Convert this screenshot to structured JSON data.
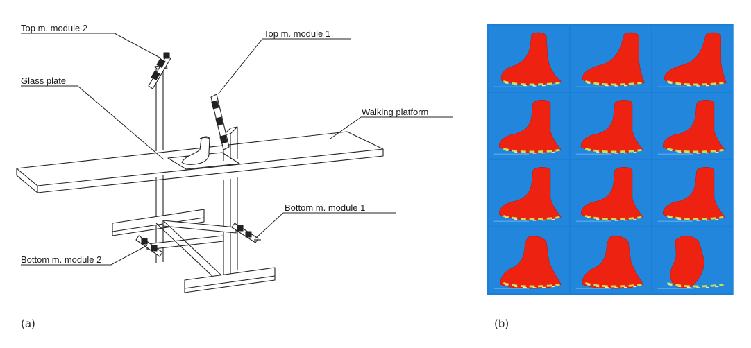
{
  "labels": {
    "top_module_2": "Top m. module 2",
    "top_module_1": "Top m. module 1",
    "glass_plate": "Glass plate",
    "walking_platform": "Walking platform",
    "bottom_module_1": "Bottom m. module 1",
    "bottom_module_2": "Bottom m. module 2"
  },
  "captions": {
    "a": "(a)",
    "b": "(b)"
  },
  "colors": {
    "grid_bg": "#1a7fd6",
    "foot": "#ee2211",
    "overlap": "#c8e04a",
    "line": "#222222"
  },
  "foot_scans": [
    {
      "pose": "side-up"
    },
    {
      "pose": "side-left"
    },
    {
      "pose": "side-left"
    },
    {
      "pose": "ankle"
    },
    {
      "pose": "ankle"
    },
    {
      "pose": "ankle"
    },
    {
      "pose": "ankle"
    },
    {
      "pose": "ankle"
    },
    {
      "pose": "ankle"
    },
    {
      "pose": "low"
    },
    {
      "pose": "low"
    },
    {
      "pose": "tilt"
    }
  ]
}
